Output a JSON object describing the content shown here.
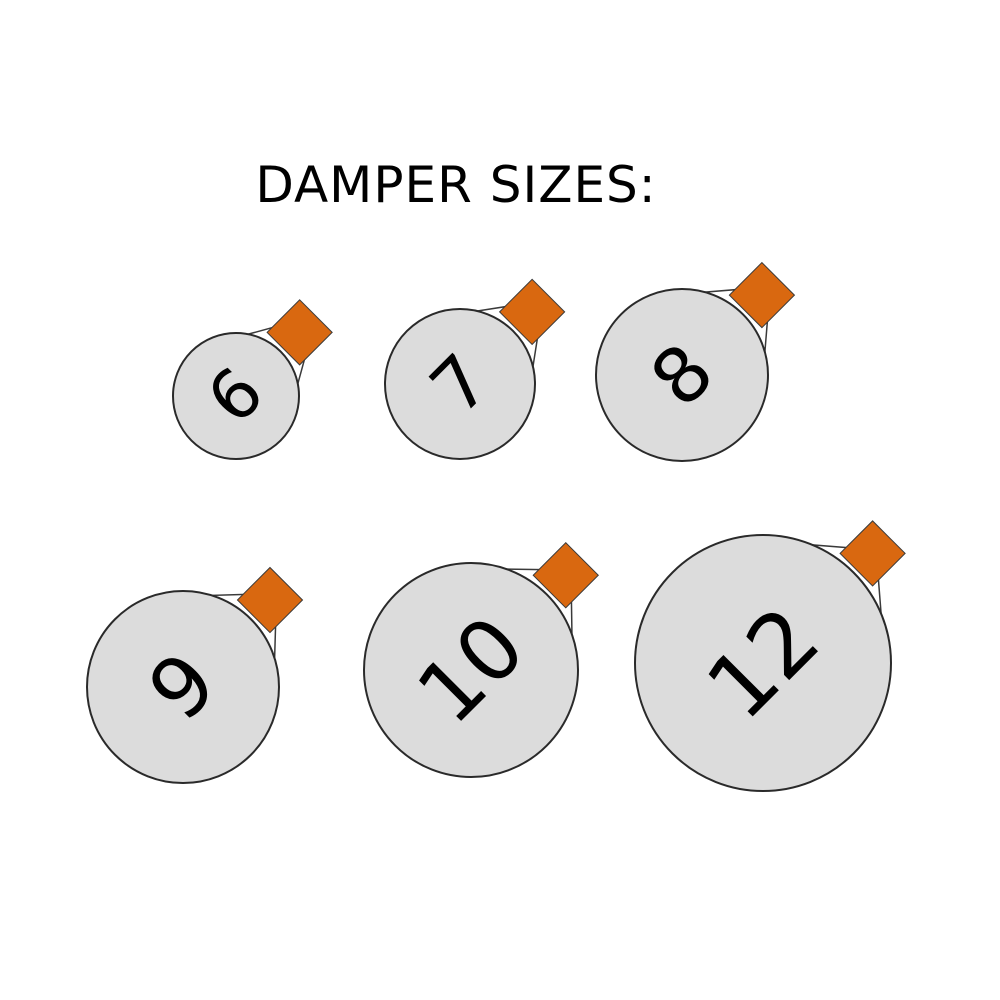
{
  "title": "DAMPER SIZES:",
  "colors": {
    "disc_fill": "#dcdcdc",
    "disc_stroke": "#2a2a2a",
    "handle_fill": "#d96810",
    "handle_stroke": "#3a3a3a",
    "bracket_fill": "#ffffff",
    "text": "#000000"
  },
  "dampers": [
    {
      "size": "6"
    },
    {
      "size": "7"
    },
    {
      "size": "8"
    },
    {
      "size": "9"
    },
    {
      "size": "10"
    },
    {
      "size": "12"
    }
  ]
}
